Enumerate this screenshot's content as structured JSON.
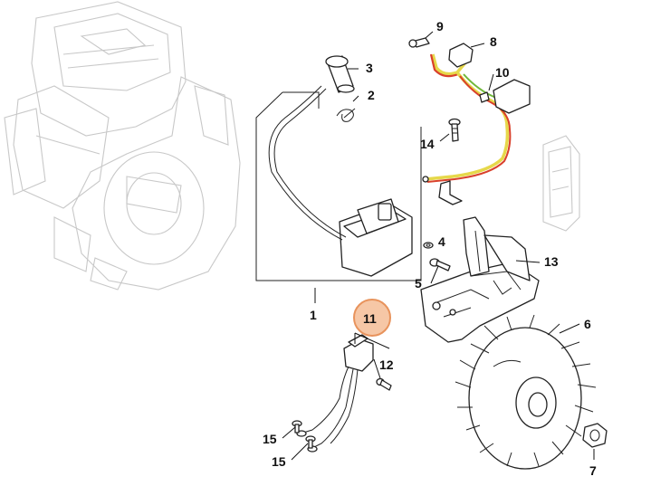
{
  "diagram": {
    "highlighted_part": "11",
    "colors": {
      "highlight_fill": "#f6c7a6",
      "highlight_stroke": "#e8935c",
      "wire_red": "#d9402b",
      "wire_yellow": "#e6d84a",
      "wire_green": "#6fb83a",
      "ghost_line": "#c8c8c8"
    },
    "callouts": {
      "p1": "1",
      "p2": "2",
      "p3": "3",
      "p4": "4",
      "p5": "5",
      "p6": "6",
      "p7": "7",
      "p8": "8",
      "p9": "9",
      "p10": "10",
      "p11": "11",
      "p12": "12",
      "p13": "13",
      "p14": "14",
      "p15a": "15",
      "p15b": "15"
    }
  }
}
